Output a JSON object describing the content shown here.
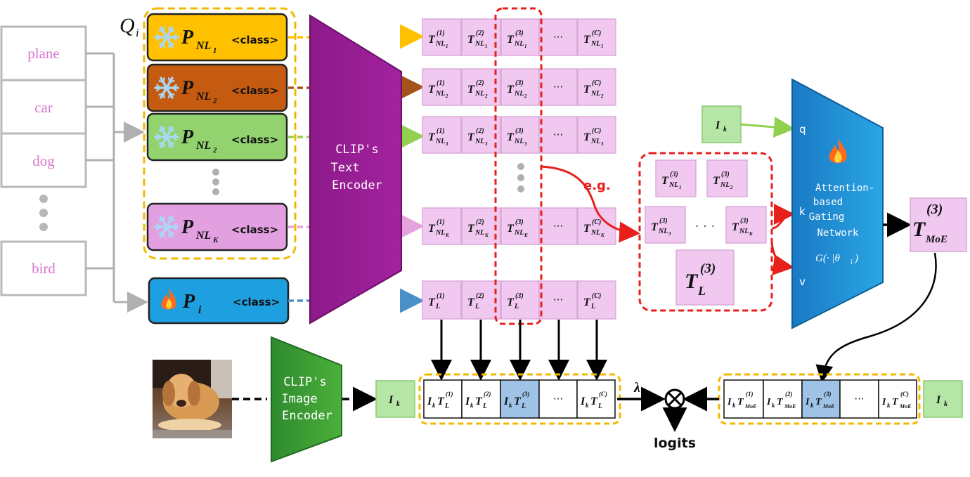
{
  "classes": [
    "plane",
    "car",
    "dog",
    "bird"
  ],
  "prompt_set_label": "Q",
  "prompt_set_sub": "i",
  "prompts": [
    {
      "base": "P",
      "sub": "NL",
      "subsub": "1",
      "cls": "<class>",
      "color": "#ffc000",
      "arrow": "#ffc000",
      "icon": "snowflake-icon"
    },
    {
      "base": "P",
      "sub": "NL",
      "subsub": "2",
      "cls": "<class>",
      "color": "#c55a11",
      "arrow": "#a5531b",
      "icon": "snowflake-icon"
    },
    {
      "base": "P",
      "sub": "NL",
      "subsub": "2",
      "cls": "<class>",
      "color": "#92d36f",
      "arrow": "#92d050",
      "icon": "snowflake-icon"
    },
    {
      "base": "P",
      "sub": "NL",
      "subsub": "K",
      "cls": "<class>",
      "color": "#e2a0e0",
      "arrow": "#e6a3dd",
      "icon": "snowflake-icon"
    }
  ],
  "learnable_prompt": {
    "base": "P",
    "sub": "i",
    "cls": "<class>",
    "color": "#1ea0e0",
    "arrow": "#4a90c8",
    "icon": "fire-icon"
  },
  "text_encoder_label": [
    "CLIP's",
    "Text",
    "Encoder"
  ],
  "image_encoder_label": [
    "CLIP's",
    "Image",
    "Encoder"
  ],
  "token_rows": [
    {
      "subs": [
        "NL",
        "1"
      ]
    },
    {
      "subs": [
        "NL",
        "2"
      ]
    },
    {
      "subs": [
        "NL",
        "3"
      ]
    },
    {
      "subs": [
        "NL",
        "K"
      ]
    }
  ],
  "row_cols": [
    "(1)",
    "(2)",
    "(3)",
    "···",
    "(C)"
  ],
  "learnable_row_sub": "L",
  "eg_label": "e.g.",
  "selected": {
    "items": [
      {
        "sub": "NL",
        "subsub": "1"
      },
      {
        "sub": "NL",
        "subsub": "2"
      },
      {
        "sub": "NL",
        "subsub": "3"
      },
      {
        "sub": "NL",
        "subsub": "K"
      }
    ],
    "dots": "· · ·",
    "tl_label": "T",
    "tl_sup": "(3)",
    "tl_sub": "L"
  },
  "image_feature": "I",
  "image_feature_sub": "k",
  "gating": {
    "ports": [
      "q",
      "k",
      "v"
    ],
    "label": [
      "Attention-",
      "based",
      "Gating",
      "Network"
    ],
    "func": "G(· |θ",
    "func_sub": "i",
    "func_end": ")",
    "color": "#1e90d0"
  },
  "moe_output": {
    "base": "T",
    "sup": "(3)",
    "sub": "MoE"
  },
  "logits_row_sub": "L",
  "moe_row_sub": "MoE",
  "lambda": "λ",
  "logits_label": "logits",
  "colors": {
    "token_fill": "#f0c8f0",
    "feature_fill": "#b6e6a6",
    "highlight_fill": "#9fc3e6",
    "dashed_red": "#e8201c",
    "dashed_yellow": "#f2b800"
  }
}
